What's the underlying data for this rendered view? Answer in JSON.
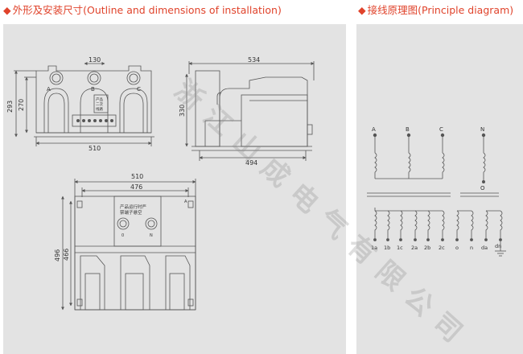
{
  "outline": {
    "heading": "外形及安装尺寸(Outline and dimensions of installation)",
    "front_view": {
      "dim_top": "130",
      "dim_bottom": "510",
      "dim_height_outer": "293",
      "dim_height_inner": "270",
      "phase_labels": [
        "A",
        "B",
        "C"
      ],
      "nameplate_text": [
        "产品",
        "二次",
        "线路"
      ]
    },
    "side_view": {
      "dim_top": "534",
      "dim_bottom": "494",
      "dim_height": "330"
    },
    "top_view": {
      "dim_outer": "510",
      "dim_inner": "476",
      "dim_height_outer": "496",
      "dim_height_inner": "466",
      "warning_text": [
        "产品运行时严",
        "禁端子悬空"
      ],
      "terminal_labels": [
        "0",
        "N"
      ],
      "marker_text": "A"
    }
  },
  "principle": {
    "heading": "接线原理图(Principle diagram)",
    "primary_labels": [
      "A",
      "B",
      "C",
      "N"
    ],
    "neutral_label": "O",
    "secondary_labels": [
      "1a",
      "1b",
      "1c",
      "2a",
      "2b",
      "2c",
      "o",
      "n",
      "da",
      "dn"
    ]
  },
  "watermark": {
    "text": "浙江山成电气有限公司"
  },
  "colors": {
    "heading": "#e0432b",
    "panel": "#e3e3e3",
    "line": "#555555"
  }
}
